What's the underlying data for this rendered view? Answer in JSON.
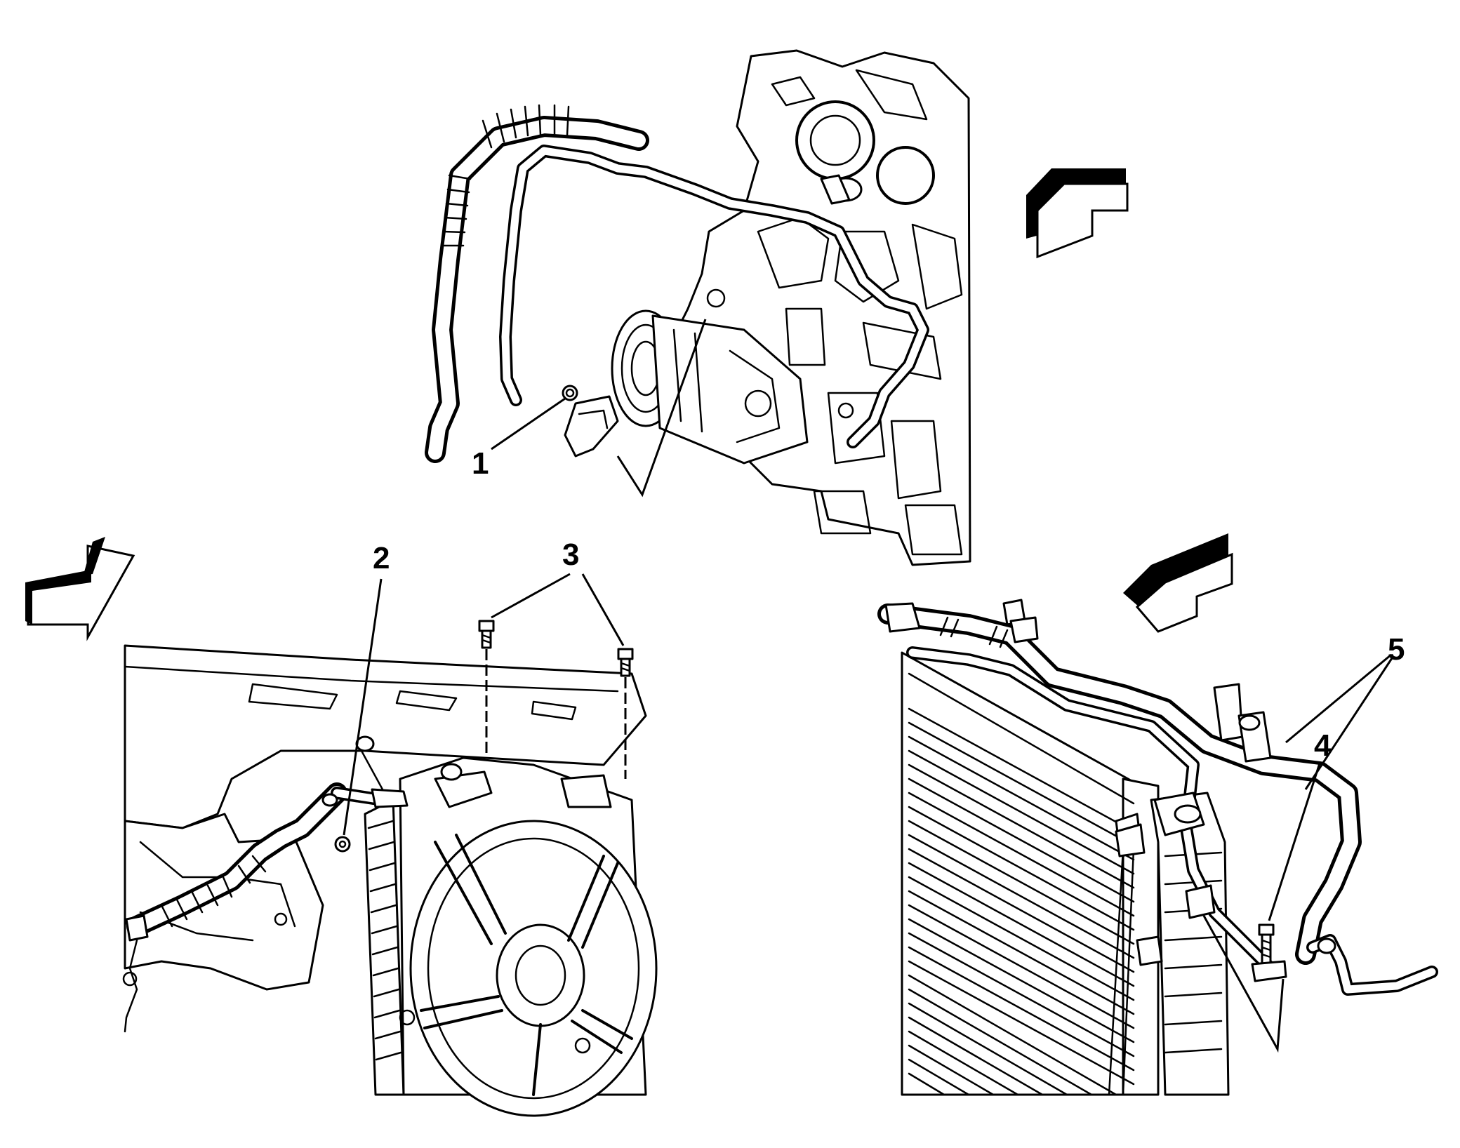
{
  "callouts": {
    "c1": "1",
    "c2": "2",
    "c3": "3",
    "c4": "4",
    "c5": "5"
  },
  "icons": [
    "direction-arrow-icon",
    "bolt-icon",
    "nut-icon"
  ],
  "colors": {
    "line": "#000000",
    "background": "#ffffff"
  }
}
